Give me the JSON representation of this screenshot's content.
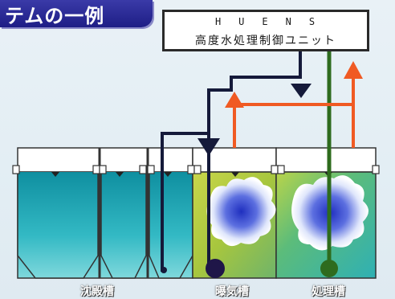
{
  "title": "テムの一例",
  "controller": {
    "brand": "HUENS",
    "subtitle": "高度水処理制御ユニット"
  },
  "tanks": [
    {
      "label": "沈殿槽"
    },
    {
      "label": "曝気槽"
    },
    {
      "label": "処理槽"
    }
  ],
  "colors": {
    "banner": "#23238c",
    "sedimentation_water": "#1aa4b4",
    "aeration_water": "#9ec23a",
    "treatment_water": "#56b878",
    "signal_arrow": "#f05a23",
    "dark_line": "#151a3a",
    "green_line": "#2e6b1e"
  }
}
